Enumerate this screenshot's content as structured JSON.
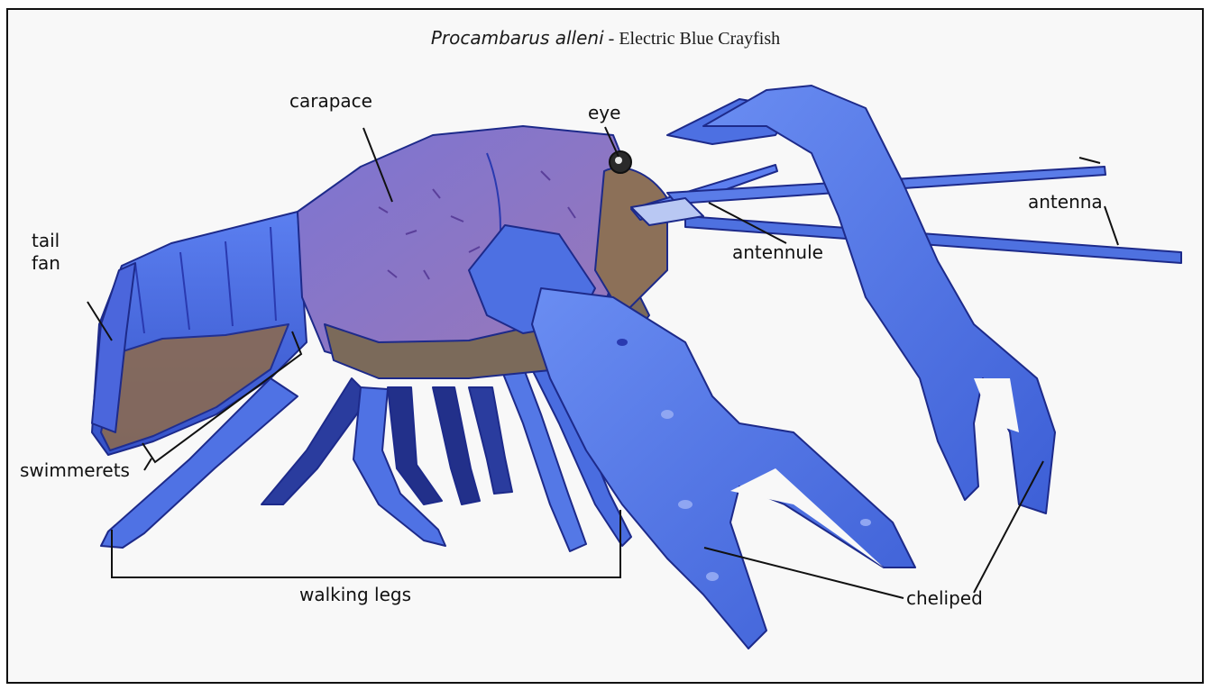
{
  "title": {
    "scientific_name": "Procambarus alleni",
    "separator": " - ",
    "common_name": "Electric Blue Crayfish"
  },
  "labels": {
    "carapace": "carapace",
    "eye": "eye",
    "antenna": "antenna",
    "tail_fan": "tail fan",
    "antennule": "antennule",
    "swimmerets": "swimmerets",
    "walking_legs": "walking legs",
    "cheliped": "cheliped"
  },
  "colors": {
    "body_blue": "#4a6fe0",
    "shell_dark": "#2f3fae",
    "carapace_purple": "#7f6bbd",
    "underside_brown": "#8a6a52",
    "outline": "#1d2a8a",
    "background": "#f8f8f8"
  }
}
